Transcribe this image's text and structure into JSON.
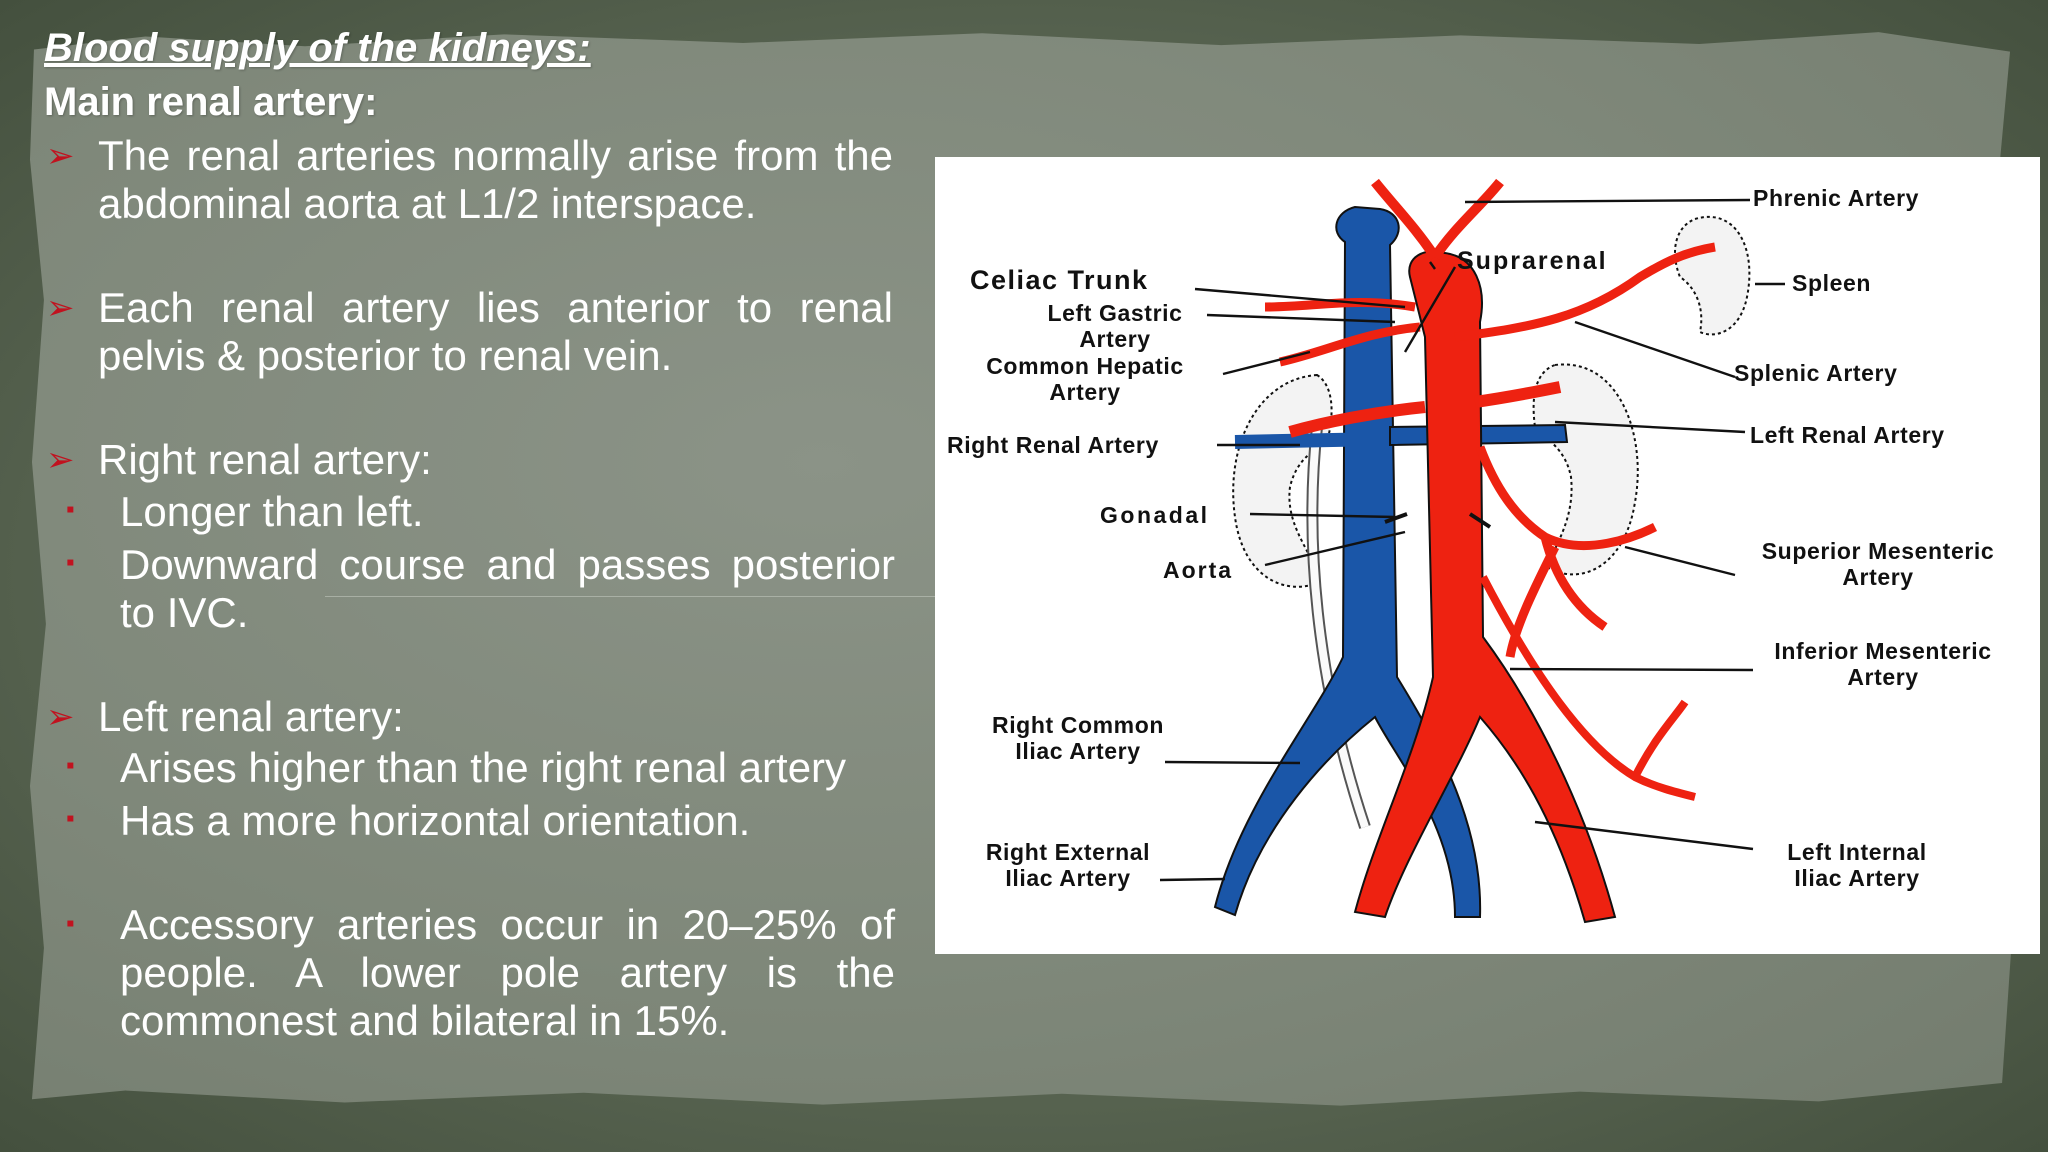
{
  "slide": {
    "heading": "Blood supply of the kidneys:",
    "subheading": "Main renal artery:",
    "points": [
      {
        "text": "The renal arteries normally arise from the abdominal aorta at L1/2 interspace."
      },
      {
        "text": "Each renal artery lies anterior to renal pelvis & posterior to renal vein."
      },
      {
        "text": "Right renal artery:",
        "subpoints": [
          "Longer than left.",
          "Downward course and passes posterior to IVC."
        ]
      },
      {
        "text": "Left renal artery:",
        "subpoints": [
          "Arises higher than the right renal artery",
          "Has a more horizontal orientation."
        ]
      }
    ],
    "accessory_note": "Accessory arteries occur in 20–25% of people. A lower pole artery is the commonest and bilateral in 15%.",
    "bullet_color": "#c1121f",
    "text_color": "#ffffff"
  },
  "figure": {
    "labels": {
      "phrenic_artery": "Phrenic Artery",
      "suprarenal": "Suprarenal",
      "spleen": "Spleen",
      "celiac_trunk": "Celiac Trunk",
      "left_gastric_1": "Left Gastric",
      "left_gastric_2": "Artery",
      "common_hepatic_1": "Common Hepatic",
      "common_hepatic_2": "Artery",
      "splenic_artery": "Splenic Artery",
      "right_renal_artery": "Right Renal Artery",
      "left_renal_artery": "Left Renal Artery",
      "gonadal": "Gonadal",
      "aorta": "Aorta",
      "superior_mesenteric_1": "Superior Mesenteric",
      "superior_mesenteric_2": "Artery",
      "inferior_mesenteric_1": "Inferior Mesenteric",
      "inferior_mesenteric_2": "Artery",
      "right_common_iliac_1": "Right Common",
      "right_common_iliac_2": "Iliac Artery",
      "right_external_iliac_1": "Right External",
      "right_external_iliac_2": "Iliac Artery",
      "left_internal_iliac_1": "Left Internal",
      "left_internal_iliac_2": "Iliac Artery"
    },
    "colors": {
      "artery": "#ee2211",
      "vein": "#1a56a8",
      "outline": "#111111",
      "kidney": "#f3f3f3"
    }
  }
}
